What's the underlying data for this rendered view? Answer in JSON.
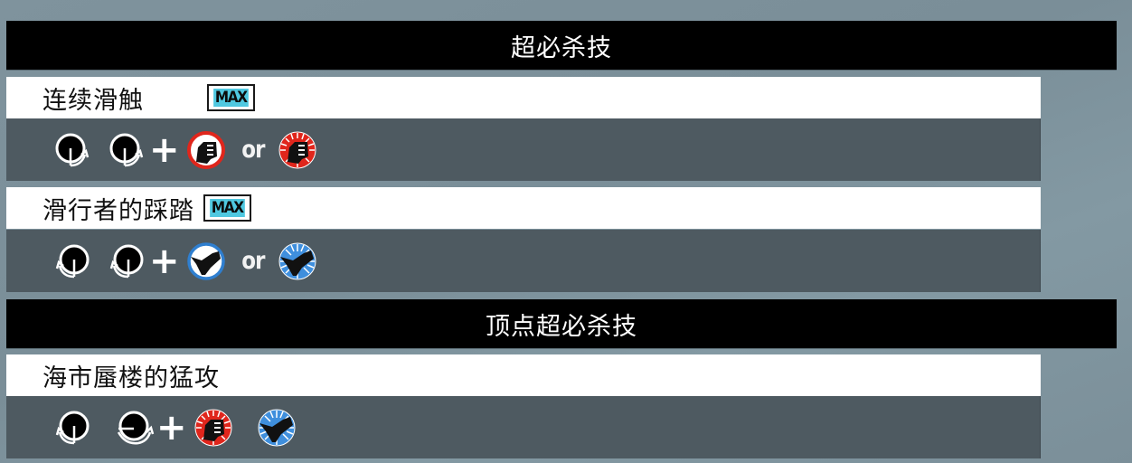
{
  "sections": [
    {
      "title": "超必杀技",
      "moves": [
        {
          "name": "连续滑触",
          "badge": "MAX",
          "inputs": [
            "stick-rotate-cw-down",
            "stick-rotate-cw-down",
            "plus",
            "punch",
            "or",
            "punch-max"
          ],
          "connector_plus": "+",
          "connector_or": "or"
        },
        {
          "name": "滑行者的踩踏",
          "badge": "MAX",
          "inputs": [
            "stick-rotate-ccw-down",
            "stick-rotate-ccw-down",
            "plus",
            "kick",
            "or",
            "kick-max"
          ],
          "connector_plus": "+",
          "connector_or": "or"
        }
      ]
    },
    {
      "title": "顶点超必杀技",
      "moves": [
        {
          "name": "海市蜃楼的猛攻",
          "inputs": [
            "stick-rotate-ccw-down",
            "stick-rotate-cw-left",
            "plus",
            "punch-max",
            "kick-max"
          ],
          "connector_plus": "+"
        }
      ]
    }
  ],
  "colors": {
    "background": "#7a8e98",
    "header_bg": "#000000",
    "name_bg": "#ffffff",
    "combo_bg": "#4e5a61",
    "max_badge": "#4fc8e0",
    "punch_red": "#e0261c",
    "kick_blue": "#2f7fd0"
  }
}
